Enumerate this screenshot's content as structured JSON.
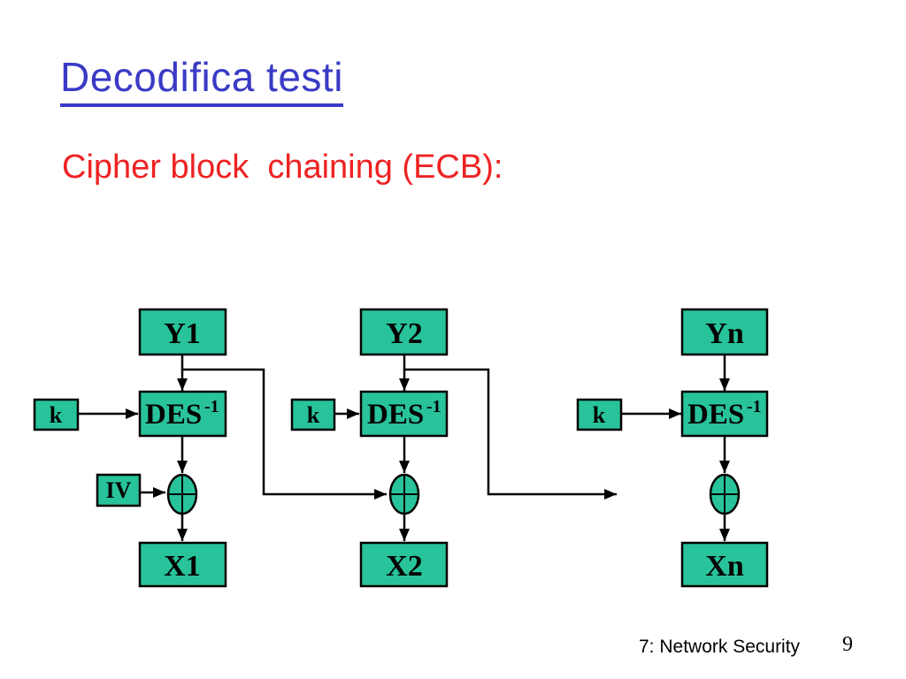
{
  "slide": {
    "title": "Decodifica testi",
    "subtitle": "Cipher block  chaining (ECB):",
    "footer_text": "7: Network Security",
    "page_number": "9"
  },
  "colors": {
    "title_blue": "#3A3AC6",
    "subtitle_red": "#EE2222",
    "box_fill_teal": "#28C39A",
    "box_border": "#000000",
    "background": "#FFFFFF"
  },
  "diagram": {
    "type": "block-diagram",
    "topic": "Cipher Block Chaining decryption chain",
    "columns": [
      {
        "input_label": "Y1",
        "key_label": "k",
        "cipher_label": "DES",
        "cipher_superscript": "-1",
        "chain_input_label": "IV",
        "output_label": "X1"
      },
      {
        "input_label": "Y2",
        "key_label": "k",
        "cipher_label": "DES",
        "cipher_superscript": "-1",
        "output_label": "X2"
      },
      {
        "input_label": "Yn",
        "key_label": "k",
        "cipher_label": "DES",
        "cipher_superscript": "-1",
        "output_label": "Xn"
      }
    ]
  }
}
